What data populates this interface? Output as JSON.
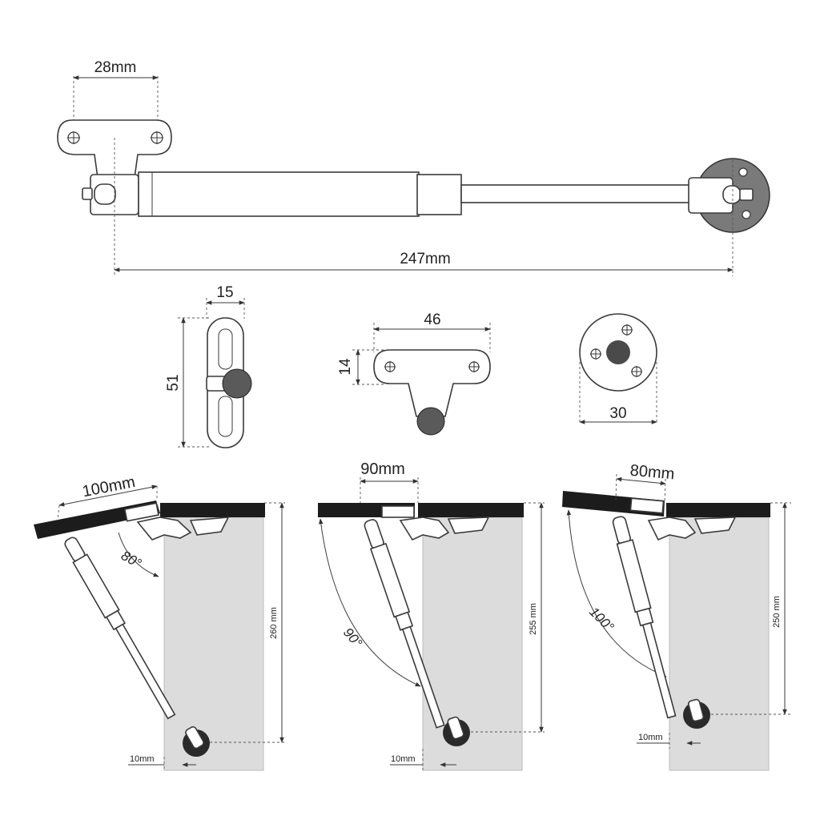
{
  "top_strut": {
    "bracket_width": "28mm",
    "total_length": "247mm"
  },
  "details": {
    "slot_bracket": {
      "width": "15",
      "height": "51"
    },
    "mount_plate": {
      "width": "46",
      "height": "14"
    },
    "round_plate": {
      "diameter": "30"
    }
  },
  "installations": [
    {
      "lid_depth": "100mm",
      "angle": "80°",
      "height": "260 mm",
      "offset": "10mm"
    },
    {
      "lid_depth": "90mm",
      "angle": "90°",
      "height": "255 mm",
      "offset": "10mm"
    },
    {
      "lid_depth": "80mm",
      "angle": "100°",
      "height": "250 mm",
      "offset": "10mm"
    }
  ],
  "colors": {
    "line": "#3a3a3a",
    "board": "#1c1c1c",
    "cabinet": "#dcdcdc",
    "piston_dark": "#555555"
  }
}
